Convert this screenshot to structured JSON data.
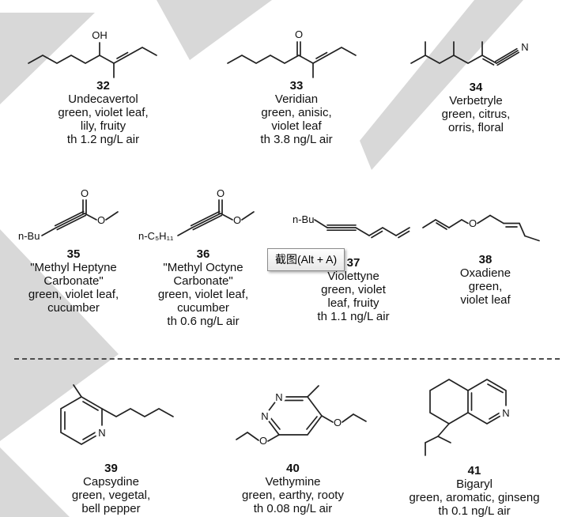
{
  "tooltip": {
    "text": "截图(Alt + A)"
  },
  "compounds": {
    "c32": {
      "number": "32",
      "name": "Undecavertol",
      "desc1": "green, violet leaf,",
      "desc2": "lily, fruity",
      "threshold": "th 1.2 ng/L air",
      "oh_label": "OH"
    },
    "c33": {
      "number": "33",
      "name": "Veridian",
      "desc1": "green, anisic,",
      "desc2": "violet leaf",
      "threshold": "th 3.8 ng/L air",
      "o_label": "O"
    },
    "c34": {
      "number": "34",
      "name": "Verbetryle",
      "desc1": "green, citrus,",
      "desc2": "orris, floral",
      "n_label": "N"
    },
    "c35": {
      "number": "35",
      "name1": "\"Methyl Heptyne",
      "name2": "Carbonate\"",
      "desc1": "green, violet leaf,",
      "desc2": "cucumber",
      "group_label": "n-Bu",
      "o1_label": "O",
      "o2_label": "O"
    },
    "c36": {
      "number": "36",
      "name1": "\"Methyl Octyne",
      "name2": "Carbonate\"",
      "desc1": "green, violet leaf,",
      "desc2": "cucumber",
      "threshold": "th 0.6 ng/L air",
      "group_label": "n-C₅H₁₁",
      "o1_label": "O",
      "o2_label": "O"
    },
    "c37": {
      "number": "37",
      "name": "Violettyne",
      "desc1": "green, violet",
      "desc2": "leaf, fruity",
      "threshold": "th 1.1 ng/L air",
      "group_label": "n-Bu"
    },
    "c38": {
      "number": "38",
      "name": "Oxadiene",
      "desc1": "green,",
      "desc2": "violet leaf",
      "o_label": "O"
    },
    "c39": {
      "number": "39",
      "name": "Capsydine",
      "desc1": "green, vegetal,",
      "desc2": "bell pepper",
      "n_label": "N"
    },
    "c40": {
      "number": "40",
      "name": "Vethymine",
      "desc1": "green, earthy, rooty",
      "threshold": "th 0.08 ng/L air",
      "n1_label": "N",
      "n2_label": "N",
      "o1_label": "O",
      "o2_label": "O"
    },
    "c41": {
      "number": "41",
      "name": "Bigaryl",
      "desc1": "green, aromatic, ginseng",
      "threshold": "th 0.1 ng/L air",
      "n_label": "N"
    }
  }
}
